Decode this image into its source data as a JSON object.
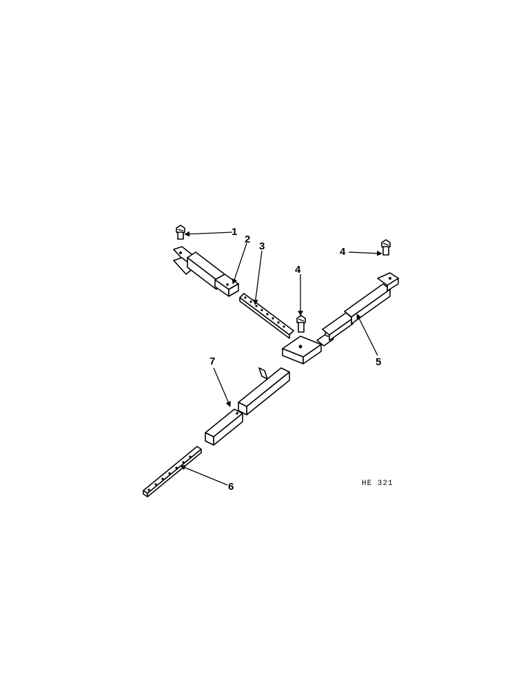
{
  "diagram": {
    "callouts": [
      {
        "id": "1",
        "label": "1"
      },
      {
        "id": "2",
        "label": "2"
      },
      {
        "id": "3",
        "label": "3"
      },
      {
        "id": "4a",
        "label": "4"
      },
      {
        "id": "4b",
        "label": "4"
      },
      {
        "id": "5",
        "label": "5"
      },
      {
        "id": "6",
        "label": "6"
      },
      {
        "id": "7",
        "label": "7"
      }
    ],
    "figure_id": "HE 321"
  }
}
